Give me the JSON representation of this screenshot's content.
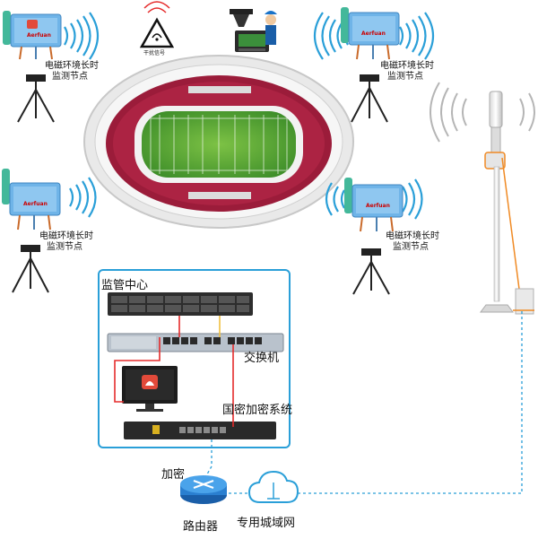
{
  "nodes": {
    "top_left": {
      "line1": "电磁环境长时",
      "line2": "监测节点"
    },
    "top_right": {
      "line1": "电磁环境长时",
      "line2": "监测节点"
    },
    "mid_left": {
      "line1": "电磁环境长时",
      "line2": "监测节点"
    },
    "mid_right": {
      "line1": "电磁环境长时",
      "line2": "监测节点"
    }
  },
  "device_brand": "Aerfuan",
  "warning_sign_text": "干扰信号",
  "center": {
    "title": "监管中心",
    "switch_label": "交换机",
    "crypto_label": "国密加密系统"
  },
  "encrypt_label": "加密",
  "router_label": "路由器",
  "network_label": "专用城域网",
  "colors": {
    "accent_blue": "#2a9fd8",
    "link_red": "#e52b2b",
    "stadium_red": "#9b1c3a",
    "field_green": "#5aa83c"
  }
}
